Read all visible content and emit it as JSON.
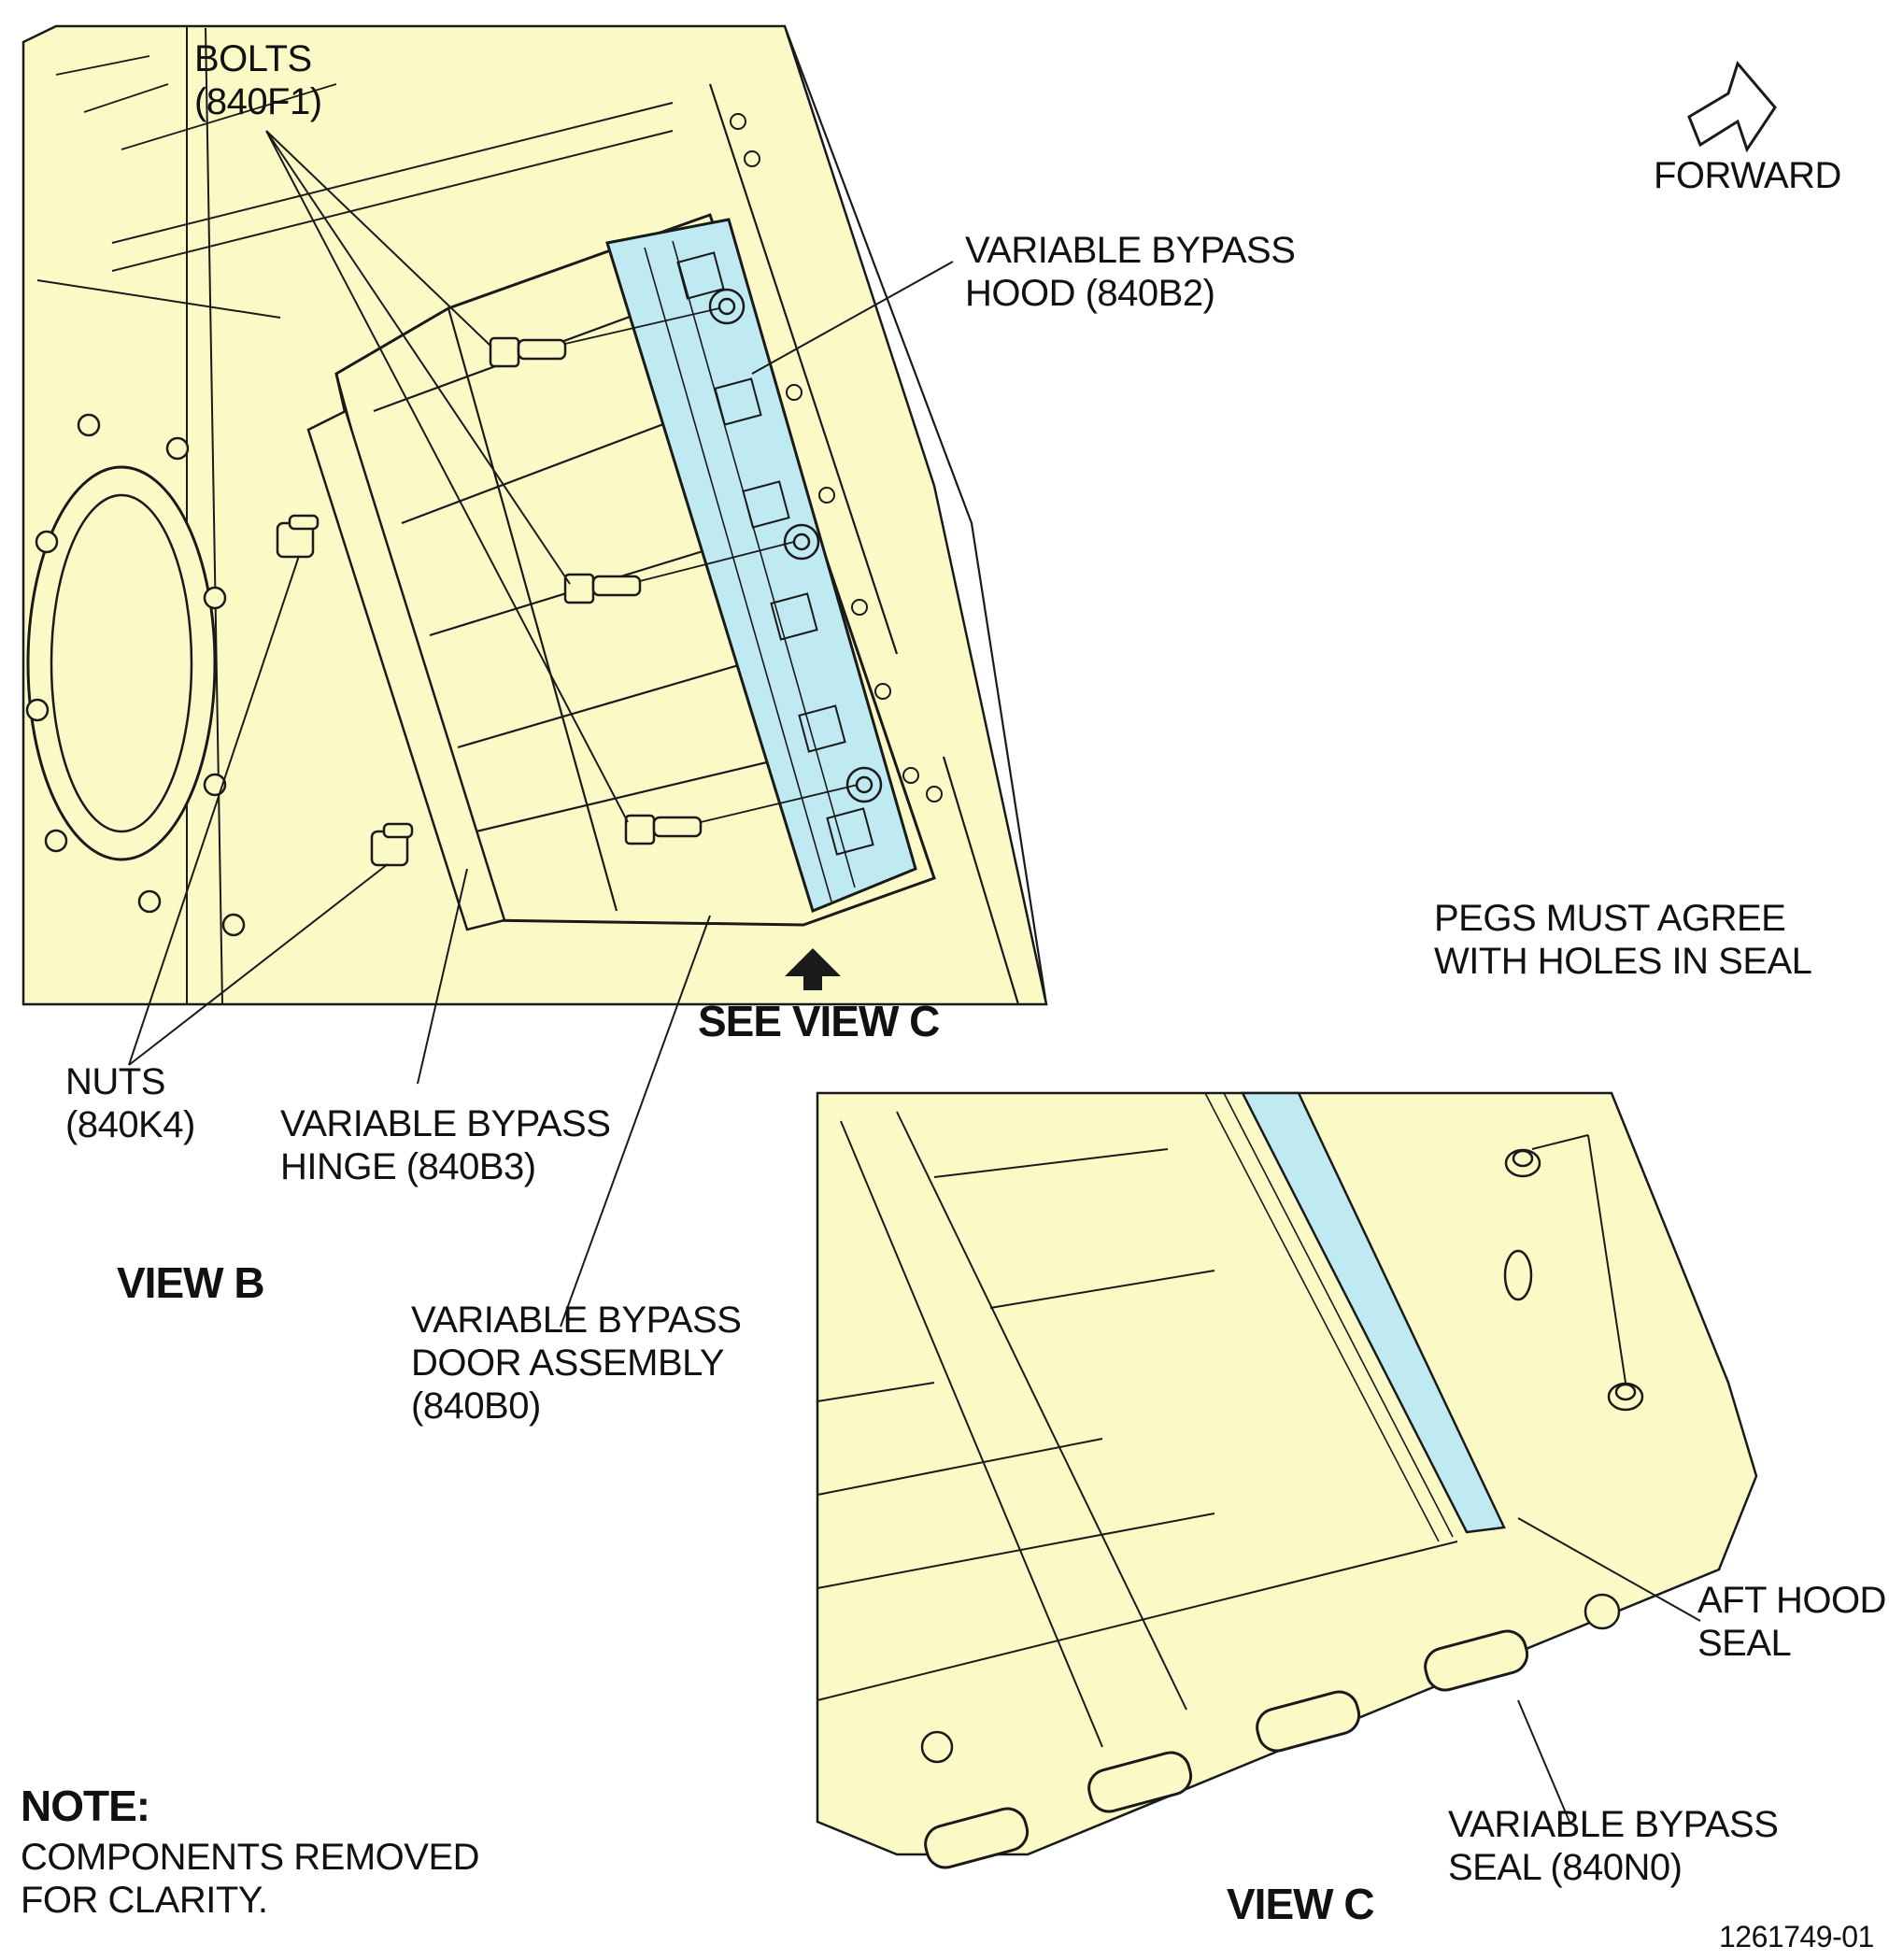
{
  "drawing": {
    "forward": "FORWARD",
    "bolts": [
      "BOLTS",
      "(840F1)"
    ],
    "hood": [
      "VARIABLE BYPASS",
      "HOOD (840B2)"
    ],
    "nuts": [
      "NUTS",
      "(840K4)"
    ],
    "hinge": [
      "VARIABLE BYPASS",
      "HINGE (840B3)"
    ],
    "door": [
      "VARIABLE BYPASS",
      "DOOR ASSEMBLY",
      "(840B0)"
    ],
    "see_view_c": "SEE VIEW C",
    "view_b": "VIEW B",
    "pegs": [
      "PEGS MUST AGREE",
      "WITH HOLES IN SEAL"
    ],
    "aft_seal": [
      "AFT HOOD",
      "SEAL"
    ],
    "seal": [
      "VARIABLE BYPASS",
      "SEAL (840N0)"
    ],
    "view_c": "VIEW C",
    "note_title": "NOTE:",
    "note": [
      "COMPONENTS REMOVED",
      "FOR CLARITY."
    ],
    "figure_id": "1261749-01"
  },
  "colors": {
    "part_fill": "#fbfac7",
    "hood_fill": "#bfeaf2",
    "line": "#1a1a1a"
  }
}
